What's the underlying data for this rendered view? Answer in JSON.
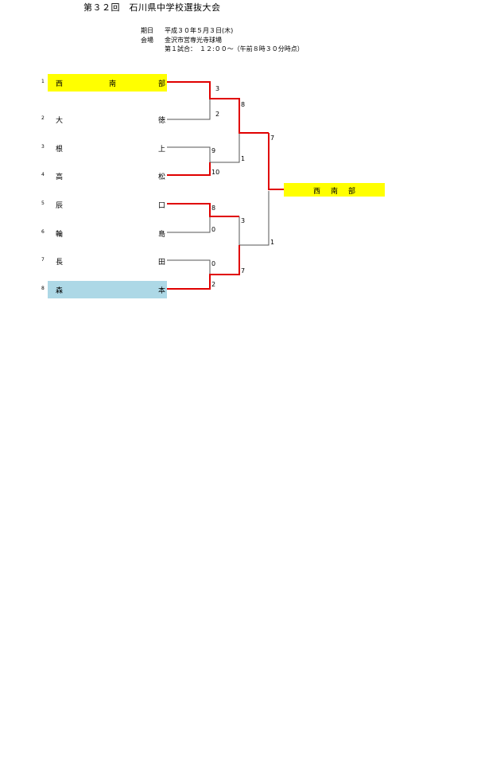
{
  "title": "第３２回　石川県中学校選抜大会",
  "info": {
    "date_label": "期日",
    "date_value": "平成３０年５月３日(木)",
    "venue_label": "会場",
    "venue_value": "金沢市営専光寺球場",
    "match_value": "第１試合：　１２:００～（午前８時３０分時点）"
  },
  "teams": [
    {
      "seed": "1",
      "c1": "西",
      "c2": "南",
      "c3": "部",
      "highlight": "#ffff00"
    },
    {
      "seed": "2",
      "c1": "大",
      "c2": "",
      "c3": "徳",
      "highlight": ""
    },
    {
      "seed": "3",
      "c1": "根",
      "c2": "",
      "c3": "上",
      "highlight": ""
    },
    {
      "seed": "4",
      "c1": "高",
      "c2": "",
      "c3": "松",
      "highlight": ""
    },
    {
      "seed": "5",
      "c1": "辰",
      "c2": "",
      "c3": "口",
      "highlight": ""
    },
    {
      "seed": "6",
      "c1": "輪",
      "c2": "",
      "c3": "島",
      "highlight": ""
    },
    {
      "seed": "7",
      "c1": "長",
      "c2": "",
      "c3": "田",
      "highlight": ""
    },
    {
      "seed": "8",
      "c1": "森",
      "c2": "",
      "c3": "本",
      "highlight": "#add8e6"
    }
  ],
  "scores": {
    "r1": [
      "3",
      "2",
      "9",
      "10",
      "8",
      "0",
      "0",
      "2"
    ],
    "r2": [
      "8",
      "1",
      "3",
      "7"
    ],
    "final": [
      "7",
      "1"
    ]
  },
  "champion": {
    "c1": "西",
    "c2": "南",
    "c3": "部"
  },
  "colors": {
    "winner_line": "#e00000",
    "loser_line": "#555555",
    "champion_bg": "#ffff00"
  }
}
